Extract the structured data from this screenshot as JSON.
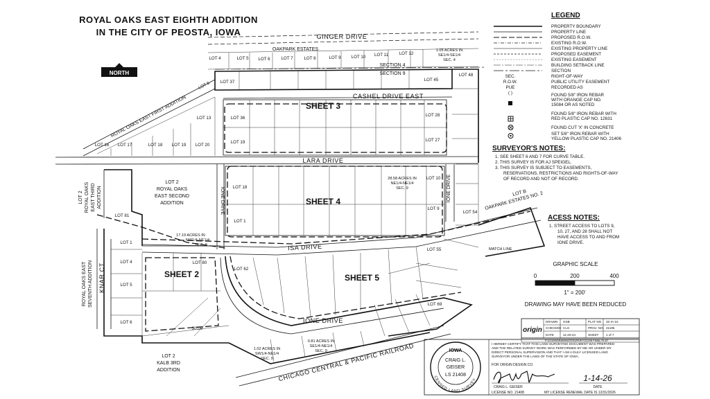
{
  "title": {
    "line1": "ROYAL OAKS EAST EIGHTH ADDITION",
    "line2": "IN THE CITY OF PEOSTA, IOWA"
  },
  "north_label": "NORTH",
  "streets": {
    "ginger": "GINGER DRIVE",
    "cashel": "CASHEL DRIVE EAST",
    "lara": "LARA DRIVE",
    "isa": "ISA DRIVE",
    "ione_bottom": "IONE DRIVE",
    "ione_left": "IONE DRIVE",
    "ione_right": "IONE DRIVE",
    "knar": "KNAR CT.",
    "railroad": "CHICAGO CENTRAL & PACIFIC RAILROAD"
  },
  "subdivisions": {
    "oakpark_estates": "OAKPARK ESTATES",
    "oakpark_estates_2_a": "LOT B",
    "oakpark_estates_2_b": "OAKPARK ESTATES NO. 2",
    "first_addition": "ROYAL OAKS EAST FIRST ADDITION",
    "second_addition": [
      "LOT 2",
      "ROYAL OAKS",
      "EAST SECOND",
      "ADDITION"
    ],
    "third_addition": [
      "LOT 2",
      "ROYAL OAKS",
      "EAST THIRD",
      "ADDITION"
    ],
    "seventh_addition": [
      "ROYAL OAKS EAST",
      "SEVENTH ADDITION"
    ],
    "kalb": [
      "LOT 2",
      "KALB 3RD",
      "ADDITION"
    ]
  },
  "sections": {
    "s4": "SECTION 4",
    "s9": "SECTION 9"
  },
  "sheets": {
    "s2": "SHEET 2",
    "s3": "SHEET 3",
    "s4": "SHEET 4",
    "s5": "SHEET 5"
  },
  "acreage": {
    "a1": [
      "1.05 ACRES IN",
      "SE1/4-SE1/4",
      "SEC. 4"
    ],
    "a2": [
      "28.58 ACRES IN",
      "NE1/4-NE1/4",
      "SEC. 9"
    ],
    "a3": [
      "17.19 ACRES IN",
      "NW1/4-NE1/4",
      "SEC. 9"
    ],
    "a4": [
      "1.02 ACRES IN",
      "SW1/4-NE1/4",
      "SEC. 9"
    ],
    "a5": [
      "0.81 ACRES IN",
      "SE1/4-NE1/4",
      "SEC. 9"
    ]
  },
  "lots": {
    "top_row": [
      "LOT 4",
      "LOT 5",
      "LOT 6",
      "LOT 7",
      "LOT 8",
      "LOT 9",
      "LOT 10",
      "LOT 11",
      "LOT 12"
    ],
    "diag_row": [
      "LOT 16",
      "LOT 17",
      "LOT 18",
      "LOT 19",
      "LOT 20"
    ],
    "lot13": "LOT 13",
    "lot6_first": "LOT 6",
    "lot37": "LOT 37",
    "lot45": "LOT 45",
    "lot48": "LOT 48",
    "lot36": "LOT 36",
    "lot28": "LOT 28",
    "lot19": "LOT 19",
    "lot27": "LOT 27",
    "lot18": "LOT 18",
    "lot10": "LOT 10",
    "lot1": "LOT 1",
    "lot9": "LOT 9",
    "lot54": "LOT 54",
    "lot81": "LOT 81",
    "lot80": "LOT 80",
    "lot62": "LOT 62",
    "lot55": "LOT 55",
    "lot69": "LOT 69",
    "left_col": [
      "LOT 1",
      "LOT 4",
      "LOT 5",
      "LOT 6"
    ]
  },
  "match_line": "MATCH LINE",
  "dimension": "30.00'",
  "legend": {
    "heading": "LEGEND",
    "items": [
      "PROPERTY BOUNDARY",
      "PROPERTY LINE",
      "PROPOSED R.O.W.",
      "EXISTING R.O.W.",
      "EXISTING PROPERTY LINE",
      "PROPOSED EASEMENT",
      "EXISTING EASEMENT",
      "BUILDING SETBACK LINE",
      "SECTION",
      "RIGHT-OF-WAY",
      "PUBLIC UTILITY EASEMENT",
      "RECORDED AS",
      "FOUND 5/8\" IRON REBAR",
      "WITH ORANGE CAP NO.",
      "15084 OR AS NOTED",
      "FOUND 5/8\" IRON REBAR WITH",
      "RED PLASTIC CAP NO. 12631",
      "FOUND CUT 'X' IN CONCRETE",
      "SET 5/8\" IRON REBAR WITH",
      "YELLOW PLASTIC CAP NO. 21406"
    ],
    "abbrevs": [
      "SEC.",
      "R.O.W.",
      "PUE",
      "(   )"
    ]
  },
  "surveyor_notes": {
    "heading": "SURVEYOR'S NOTES:",
    "items": [
      "1.  SEE SHEET 6 AND 7 FOR CURVE TABLE.",
      "2.  THIS SURVEY IS FOR AJ SPEIGEL.",
      "3.  THIS SURVEY IS SUBJECT TO EASEMENTS,",
      "RESERVATIONS, RESTRICTIONS AND RIGHTS-OF-WAY",
      "OF RECORD AND NOT OF RECORD."
    ]
  },
  "access_notes": {
    "heading": "ACESS NOTES:",
    "items": [
      "1.  STREET ACCESS TO LOTS 9,",
      "10, 27, AND 28 SHALL NOT",
      "HAVE ACCESS TO AND FROM",
      "IONE DRIVE."
    ]
  },
  "scale": {
    "heading": "GRAPHIC SCALE",
    "ticks": [
      "0",
      "200",
      "400"
    ],
    "ratio": "1\" = 200'",
    "note": "DRAWING MAY HAVE BEEN REDUCED"
  },
  "titleblock": {
    "logo": "origin",
    "rows": [
      [
        "DRAWN",
        "GSB",
        "PLAT NO.",
        "32-IA-22"
      ],
      [
        "CHECKED",
        "CLG",
        "PROJ. NO.",
        "21195"
      ],
      [
        "DATE",
        "11-20-24",
        "SHEET",
        "1 of 7"
      ]
    ],
    "path": "P:\\21195\\DRAWINGS\\SURVEY\\21195 FINAL PLAT"
  },
  "certification": {
    "text": [
      "I HEREBY CERTIFY THAT THIS LAND SURVEYING DOCUMENT WAS PREPARED",
      "AND THE RELATED SURVEY WORK WAS PERFORMED BY ME OR UNDER MY",
      "DIRECT PERSONAL SUPERVISION AND THAT I AM A DULY LICENSED LAND",
      "SURVEYOR UNDER THE LAWS OF THE STATE OF IOWA."
    ],
    "firm": "FOR ORIGIN DESIGN CO.",
    "name": "CRAIG L. GEISER",
    "signed_date": "1-14-26",
    "date_label": "DATE",
    "license": "LICENSE NO. 21408",
    "renewal": "MY LICENSE RENEWAL DATE IS 12/31/2026",
    "seal_state": "IOWA",
    "seal_name1": "CRAIG L.",
    "seal_name2": "GEISER",
    "seal_no": "LS 21408",
    "seal_ring": "LICENSED LAND SURVEYOR"
  }
}
